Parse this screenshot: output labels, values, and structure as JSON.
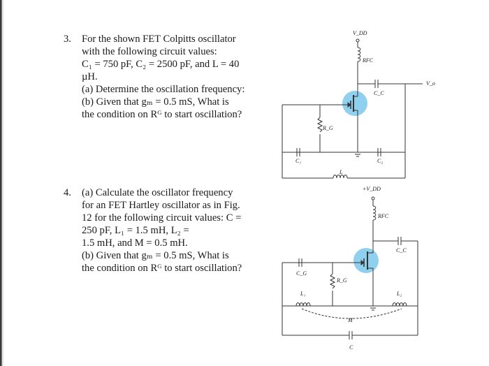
{
  "problem3": {
    "number": "3.",
    "lines": [
      "For the shown FET Colpitts oscillator",
      "with the following circuit values:",
      "C₁ = 750 pF, C₂ = 2500 pF, and L = 40",
      "µH.",
      "(a) Determine the oscillation frequency:",
      "(b) Given that gₘ = 0.5 mS, What is",
      "the condition on Rᴳ to start oscillation?"
    ]
  },
  "problem4": {
    "number": "4.",
    "lines": [
      "(a) Calculate the oscillator frequency",
      "for an FET Hartley oscillator as in Fig.",
      "12 for the following circuit values: C =",
      "250 pF, L₁ = 1.5 mH, L₂ =",
      "1.5 mH, and M = 0.5 mH.",
      "(b) Given that gₘ = 0.5 mS, What is",
      "the condition on Rᴳ to start oscillation?"
    ]
  },
  "colpitts": {
    "vdd": "V_DD",
    "rfc": "RFC",
    "cc": "C_C",
    "vo": "V_o",
    "rg": "R_G",
    "c1": "C₁",
    "c2": "C₂",
    "l": "L"
  },
  "hartley": {
    "vdd": "+V_DD",
    "rfc": "RFC",
    "cc": "C_C",
    "cg": "C_G",
    "rg": "R_G",
    "l1": "L₁",
    "l2": "L₂",
    "m": "M",
    "c": "C"
  },
  "colors": {
    "fet_highlight": "#8fd0ee",
    "wire": "#333333",
    "text": "#1a1a1a"
  }
}
